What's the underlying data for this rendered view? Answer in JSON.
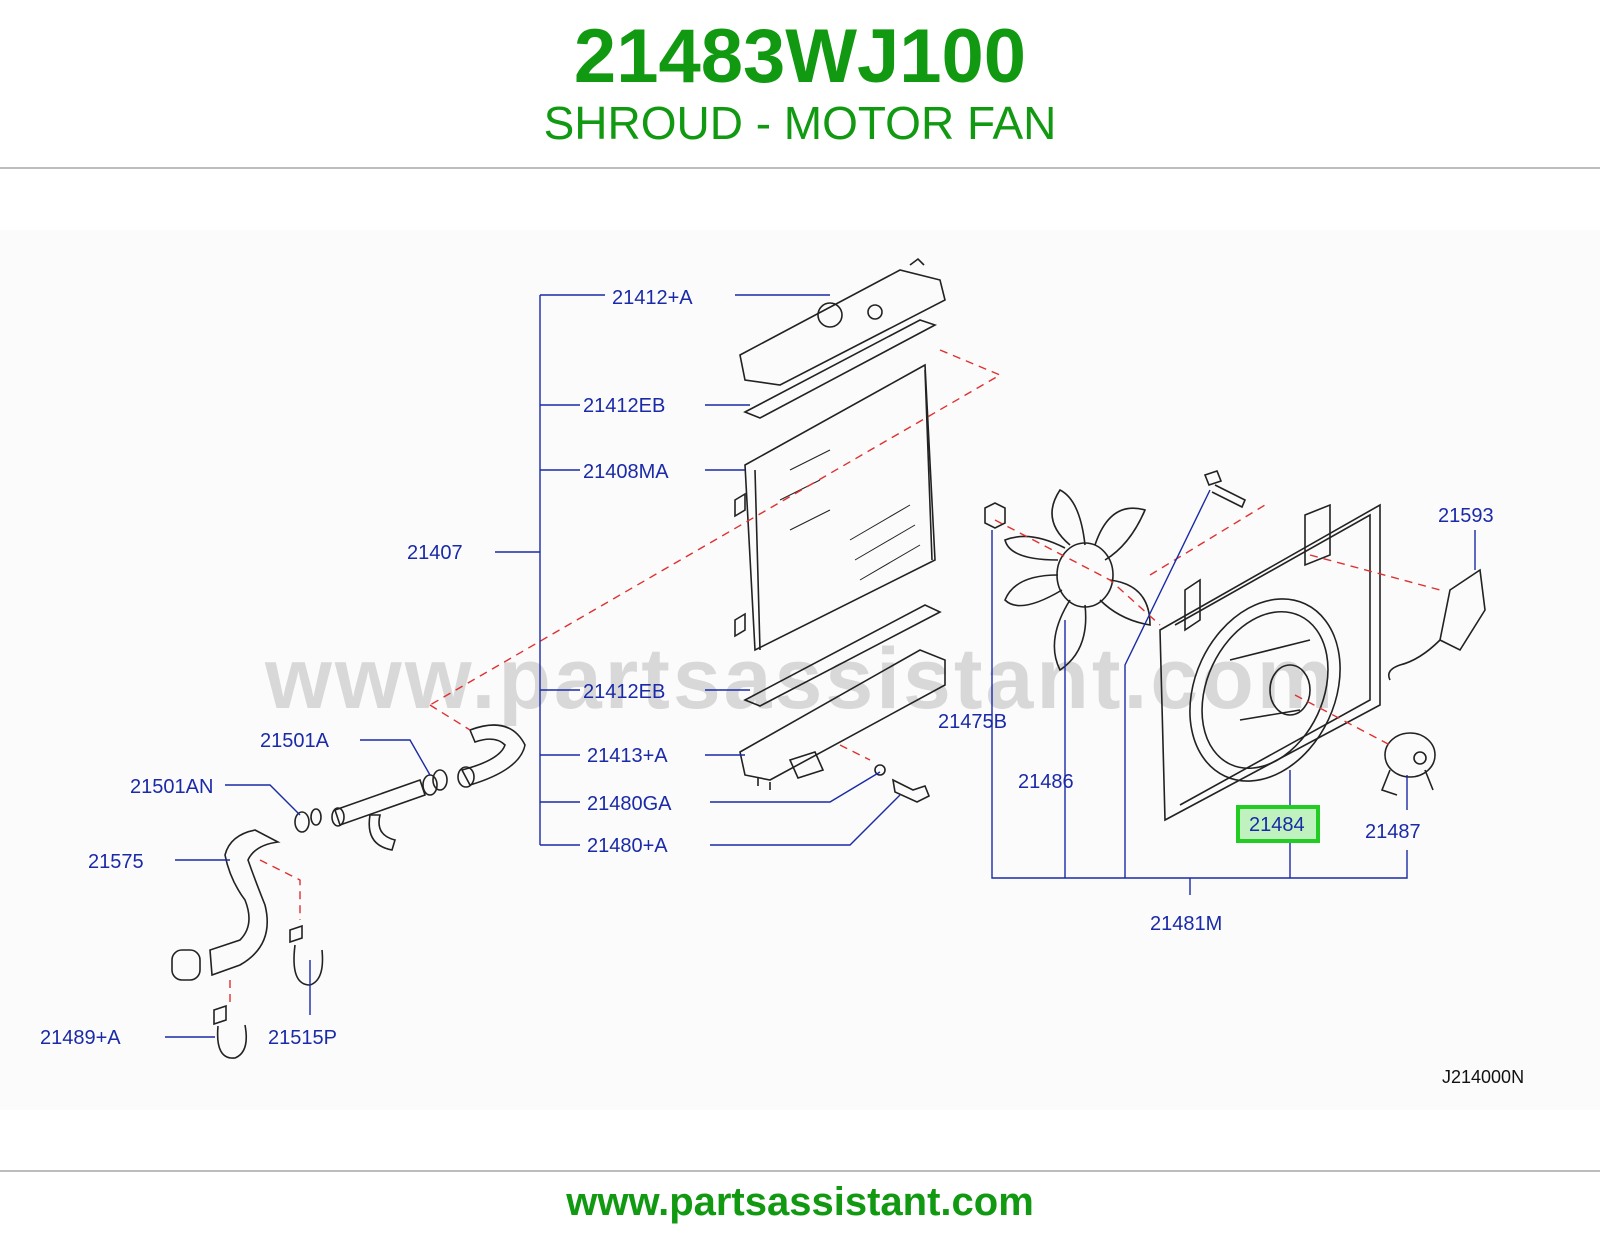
{
  "header": {
    "part_number": "21483WJ100",
    "part_name": "SHROUD - MOTOR FAN"
  },
  "watermark": "www.partsassistant.com",
  "diagram_code": "J214000N",
  "highlight_color": "#22cc22",
  "brand_color": "#119911",
  "label_color": "#1a2aa8",
  "callouts": {
    "c21412A": "21412+A",
    "c21412EB_top": "21412EB",
    "c21408MA": "21408MA",
    "c21407": "21407",
    "c21412EB_bottom": "21412EB",
    "c21413A": "21413+A",
    "c21480GA": "21480GA",
    "c21480A": "21480+A",
    "c21501A": "21501A",
    "c21501AN": "21501AN",
    "c21575": "21575",
    "c21489A": "21489+A",
    "c21515P": "21515P",
    "c21475B": "21475B",
    "c21486": "21486",
    "c21484": "21484",
    "c21487": "21487",
    "c21593": "21593",
    "c21481M": "21481M"
  },
  "footer": {
    "url": "www.partsassistant.com"
  }
}
